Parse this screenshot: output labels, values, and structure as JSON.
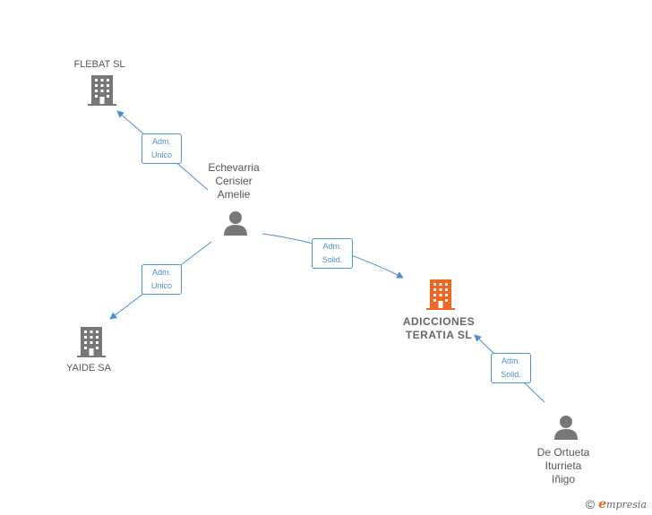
{
  "nodes": {
    "flebat": {
      "label": "FLEBAT SL",
      "type": "company"
    },
    "yaide": {
      "label": "YAIDE SA",
      "type": "company"
    },
    "adicciones": {
      "label": "ADICCIONES\nTERATIA  SL",
      "type": "company-main"
    },
    "echevarria": {
      "label": "Echevarria\nCerisier\nAmelie",
      "type": "person"
    },
    "deortueta": {
      "label": "De Ortueta\nIturrieta\nIñigo",
      "type": "person"
    }
  },
  "edges": {
    "e1": {
      "label": "Adm.\nUnico"
    },
    "e2": {
      "label": "Adm.\nUnico"
    },
    "e3": {
      "label": "Adm.\nSolid."
    },
    "e4": {
      "label": "Adm.\nSolid."
    }
  },
  "colors": {
    "company": "#777777",
    "company_main": "#f26522",
    "person": "#777777",
    "edge": "#4a90d9"
  },
  "brand": {
    "copyright": "©",
    "name_first": "e",
    "name_rest": "mpresia"
  }
}
